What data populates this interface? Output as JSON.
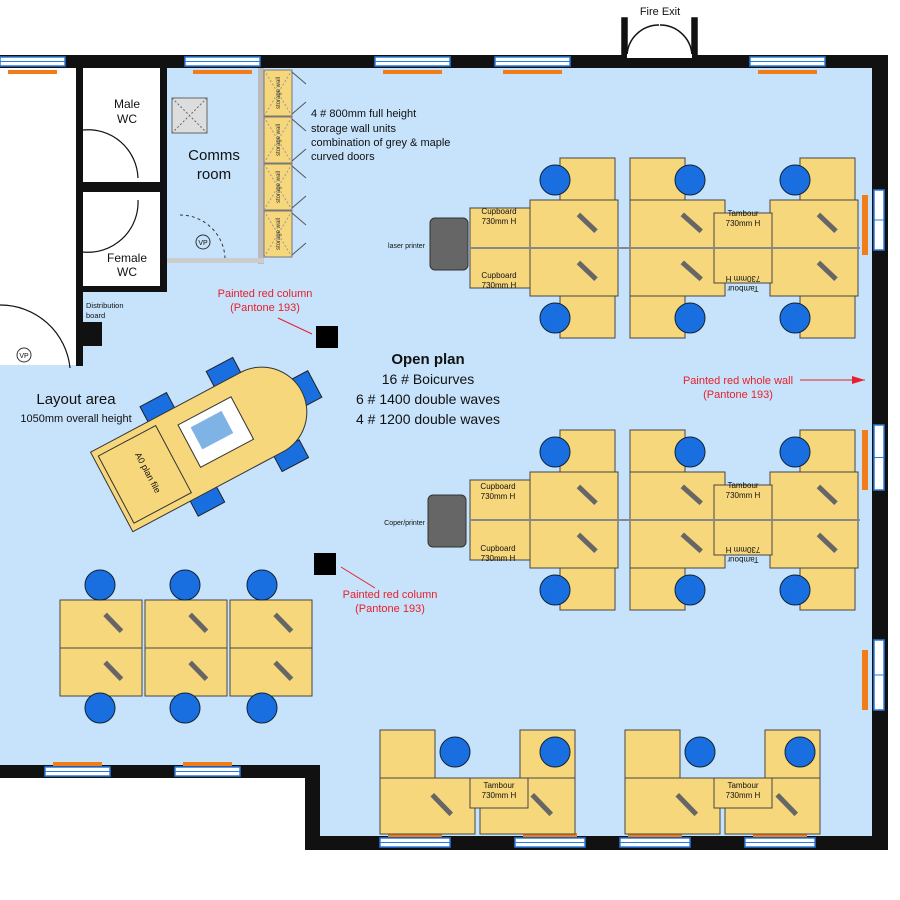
{
  "labels": {
    "fire_exit": "Fire Exit",
    "male_wc": [
      "Male",
      "WC"
    ],
    "female_wc": [
      "Female",
      "WC"
    ],
    "comms_room": [
      "Comms",
      "room"
    ],
    "storage_note": [
      "4 # 800mm full height",
      "storage wall units",
      "combination of grey & maple",
      "curved doors"
    ],
    "storage_unit": "storage wall",
    "distribution_board": [
      "Distribution",
      "board"
    ],
    "vp": "VP",
    "red_column_note_top": [
      "Painted red column",
      "(Pantone 193)"
    ],
    "red_column_note_bottom": [
      "Painted red column",
      "(Pantone 193)"
    ],
    "red_wall_note": [
      "Painted red whole wall",
      "(Pantone 193)"
    ],
    "open_plan_title": "Open plan",
    "open_plan_items": [
      "16 # Boicurves",
      "6 # 1400 double waves",
      "4 # 1200 double waves"
    ],
    "layout_area_title": "Layout area",
    "layout_area_sub": "1050mm overall height",
    "plan_file": "A0 plan file",
    "laser_printer": "laser printer",
    "copier_printer": "Coper/printer",
    "cupboard": [
      "Cupboard",
      "730mm H"
    ],
    "tambour": [
      "Tambour",
      "730mm H"
    ]
  },
  "colors": {
    "floor": "#c6e3fb",
    "desk": "#f7d77c",
    "chair": "#1a6fe0",
    "wall": "#111111",
    "accent_red": "#e8202a",
    "window_sill": "#f07d1a"
  }
}
